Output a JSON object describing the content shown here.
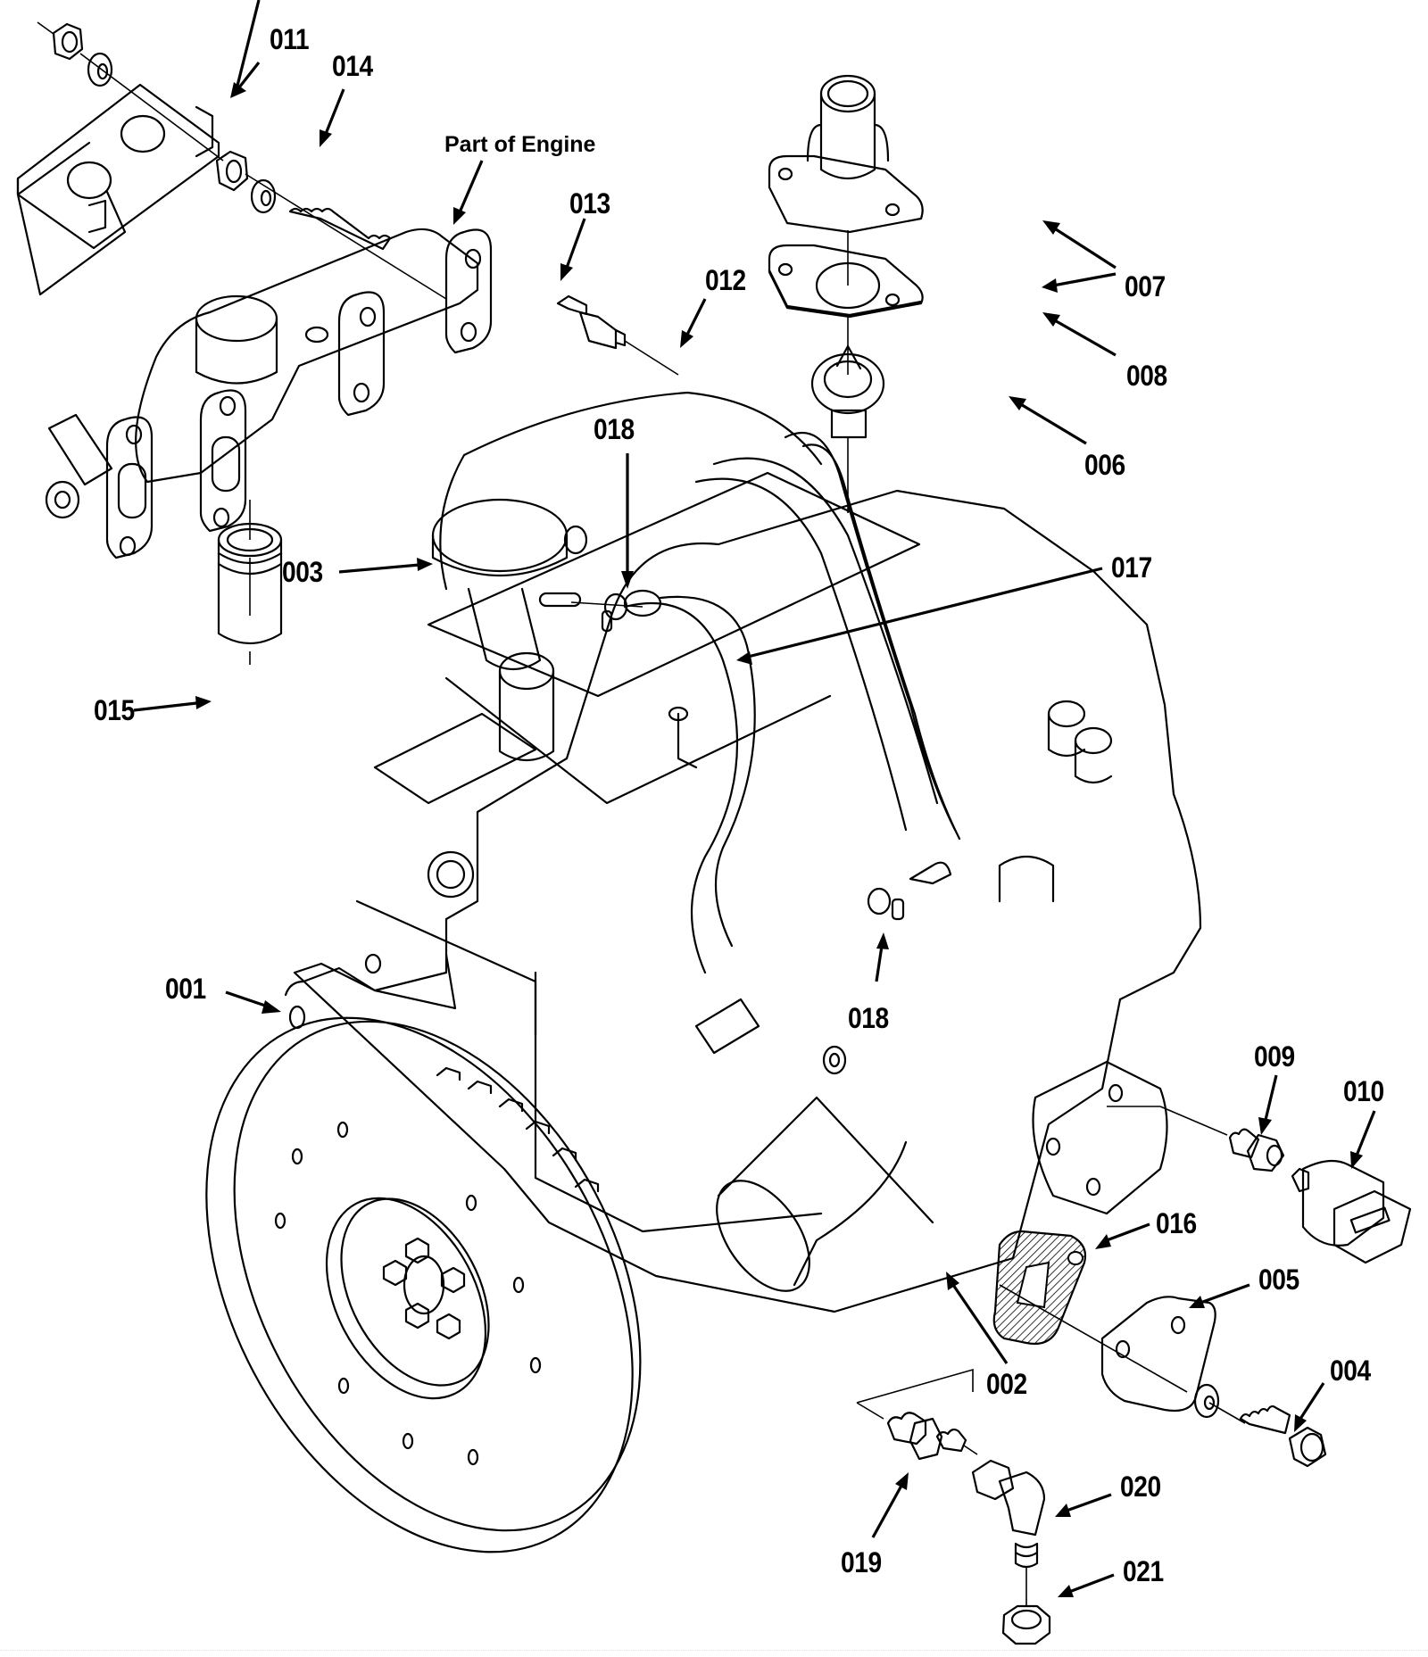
{
  "diagram": {
    "title": "Engine assembly exploded parts diagram",
    "callouts": [
      {
        "id": "001",
        "text": "001"
      },
      {
        "id": "002",
        "text": "002"
      },
      {
        "id": "003",
        "text": "003"
      },
      {
        "id": "004",
        "text": "004"
      },
      {
        "id": "005",
        "text": "005"
      },
      {
        "id": "006",
        "text": "006"
      },
      {
        "id": "007",
        "text": "007"
      },
      {
        "id": "008",
        "text": "008"
      },
      {
        "id": "009",
        "text": "009"
      },
      {
        "id": "010",
        "text": "010"
      },
      {
        "id": "011",
        "text": "011"
      },
      {
        "id": "012",
        "text": "012"
      },
      {
        "id": "013",
        "text": "013"
      },
      {
        "id": "014",
        "text": "014"
      },
      {
        "id": "015",
        "text": "015"
      },
      {
        "id": "016",
        "text": "016"
      },
      {
        "id": "017",
        "text": "017"
      },
      {
        "id": "018a",
        "text": "018"
      },
      {
        "id": "018b",
        "text": "018"
      },
      {
        "id": "019",
        "text": "019"
      },
      {
        "id": "020",
        "text": "020"
      },
      {
        "id": "021",
        "text": "021"
      }
    ],
    "note": "Part of Engine",
    "parts": [
      {
        "name": "engine-block",
        "label": "001"
      },
      {
        "name": "oil-filter",
        "label": "002"
      },
      {
        "name": "oil-filler-cap",
        "label": "003"
      },
      {
        "name": "bolt",
        "label": "004"
      },
      {
        "name": "cover-plate",
        "label": "005"
      },
      {
        "name": "thermostat",
        "label": "006"
      },
      {
        "name": "thermostat-housing",
        "label": "007"
      },
      {
        "name": "gasket",
        "label": "008"
      },
      {
        "name": "adapter-fitting",
        "label": "009"
      },
      {
        "name": "pressure-switch",
        "label": "010"
      },
      {
        "name": "bracket",
        "label": "011"
      },
      {
        "name": "temperature-sender",
        "label": "012"
      },
      {
        "name": "exhaust-manifold",
        "label": "013"
      },
      {
        "name": "nut",
        "label": "014"
      },
      {
        "name": "exhaust-elbow",
        "label": "015"
      },
      {
        "name": "spacer-gasket",
        "label": "016"
      },
      {
        "name": "breather-hose",
        "label": "017"
      },
      {
        "name": "hose-clamp",
        "label": "018"
      },
      {
        "name": "drain-fitting",
        "label": "019"
      },
      {
        "name": "elbow-fitting",
        "label": "020"
      },
      {
        "name": "cap-nut",
        "label": "021"
      }
    ]
  }
}
